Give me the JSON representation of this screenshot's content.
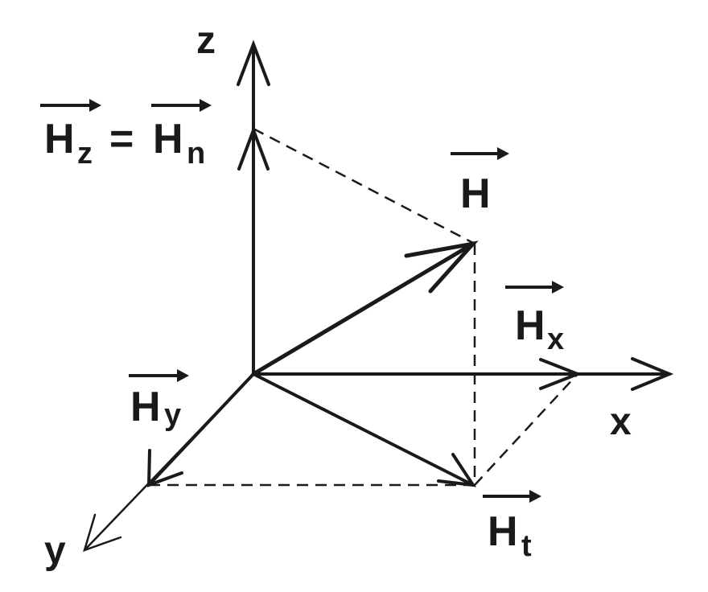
{
  "diagram": {
    "color": "#1a1a1a",
    "axes": {
      "x": {
        "letter": "x"
      },
      "y": {
        "letter": "y"
      },
      "z": {
        "letter": "z"
      }
    },
    "labels": {
      "H": {
        "base": "H",
        "sub": ""
      },
      "Hx": {
        "base": "H",
        "sub": "x"
      },
      "Hy": {
        "base": "H",
        "sub": "y"
      },
      "Ht": {
        "base": "H",
        "sub": "t"
      },
      "Hz": {
        "base": "H",
        "sub": "z"
      },
      "equals": "=",
      "Hn": {
        "base": "H",
        "sub": "n"
      }
    }
  }
}
